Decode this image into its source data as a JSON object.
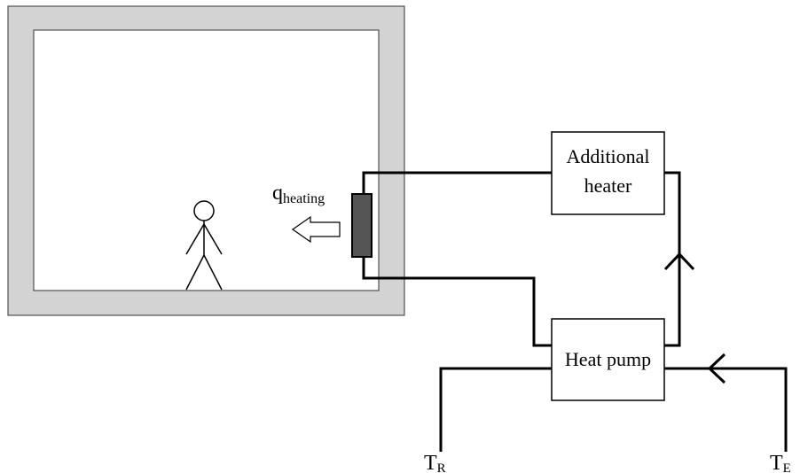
{
  "labels": {
    "q_main": "q",
    "q_sub": "heating",
    "additional_heater_line1": "Additional",
    "additional_heater_line2": "heater",
    "heat_pump": "Heat pump",
    "t_r_main": "T",
    "t_r_sub": "R",
    "t_e_main": "T",
    "t_e_sub": "E"
  },
  "colors": {
    "wall": "#d3d3d3",
    "radiator": "#555555",
    "line": "#000000"
  }
}
